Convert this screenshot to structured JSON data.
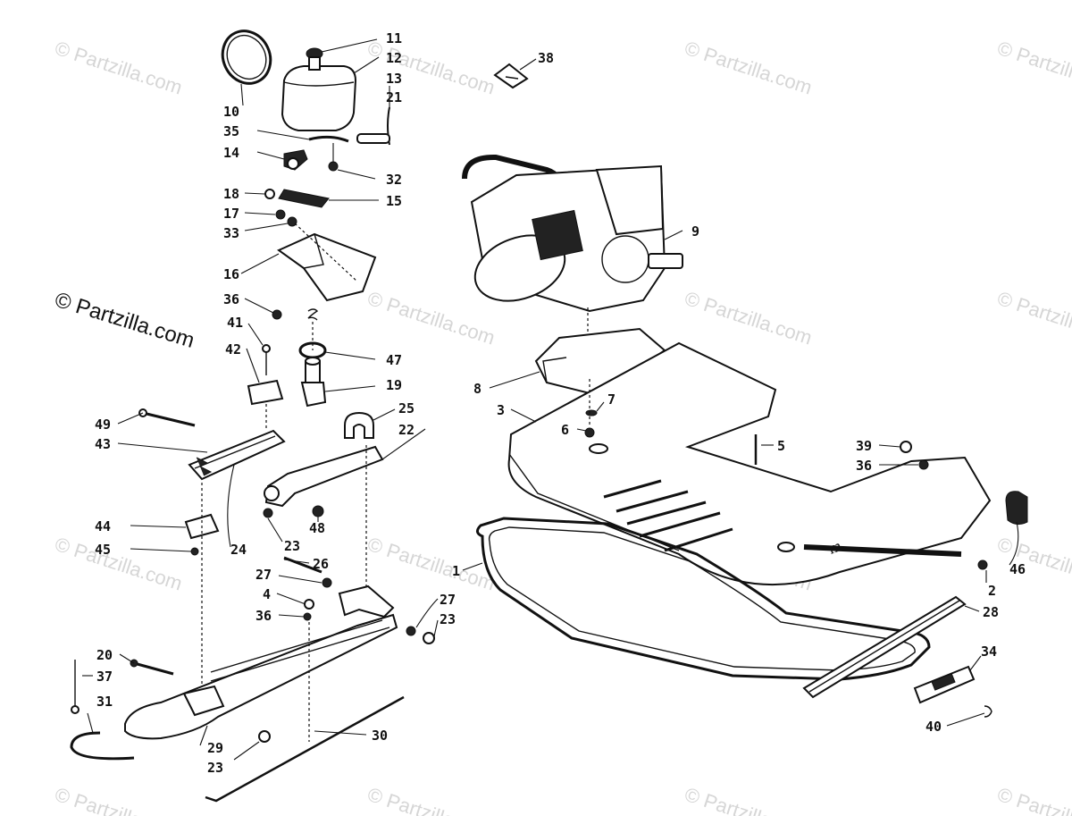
{
  "watermark": {
    "text": "© Partzilla.com",
    "main_text": "© Partzilla.com"
  },
  "callouts": [
    {
      "id": "c11",
      "label": "11"
    },
    {
      "id": "c12",
      "label": "12"
    },
    {
      "id": "c13",
      "label": "13"
    },
    {
      "id": "c21",
      "label": "21"
    },
    {
      "id": "c10",
      "label": "10"
    },
    {
      "id": "c35",
      "label": "35"
    },
    {
      "id": "c14",
      "label": "14"
    },
    {
      "id": "c32",
      "label": "32"
    },
    {
      "id": "c18",
      "label": "18"
    },
    {
      "id": "c15",
      "label": "15"
    },
    {
      "id": "c17",
      "label": "17"
    },
    {
      "id": "c33",
      "label": "33"
    },
    {
      "id": "c16",
      "label": "16"
    },
    {
      "id": "c36a",
      "label": "36"
    },
    {
      "id": "c41",
      "label": "41"
    },
    {
      "id": "c42",
      "label": "42"
    },
    {
      "id": "c47",
      "label": "47"
    },
    {
      "id": "c19",
      "label": "19"
    },
    {
      "id": "c49",
      "label": "49"
    },
    {
      "id": "c43",
      "label": "43"
    },
    {
      "id": "c25",
      "label": "25"
    },
    {
      "id": "c22",
      "label": "22"
    },
    {
      "id": "c48",
      "label": "48"
    },
    {
      "id": "c44",
      "label": "44"
    },
    {
      "id": "c24",
      "label": "24"
    },
    {
      "id": "c23a",
      "label": "23"
    },
    {
      "id": "c45",
      "label": "45"
    },
    {
      "id": "c26",
      "label": "26"
    },
    {
      "id": "c27a",
      "label": "27"
    },
    {
      "id": "c4",
      "label": "4"
    },
    {
      "id": "c27b",
      "label": "27"
    },
    {
      "id": "c36b",
      "label": "36"
    },
    {
      "id": "c23b",
      "label": "23"
    },
    {
      "id": "c20",
      "label": "20"
    },
    {
      "id": "c37",
      "label": "37"
    },
    {
      "id": "c31",
      "label": "31"
    },
    {
      "id": "c29",
      "label": "29"
    },
    {
      "id": "c30",
      "label": "30"
    },
    {
      "id": "c23c",
      "label": "23"
    },
    {
      "id": "c38",
      "label": "38"
    },
    {
      "id": "c9",
      "label": "9"
    },
    {
      "id": "c8",
      "label": "8"
    },
    {
      "id": "c7",
      "label": "7"
    },
    {
      "id": "c3",
      "label": "3"
    },
    {
      "id": "c6",
      "label": "6"
    },
    {
      "id": "c5",
      "label": "5"
    },
    {
      "id": "c39",
      "label": "39"
    },
    {
      "id": "c36c",
      "label": "36"
    },
    {
      "id": "c1",
      "label": "1"
    },
    {
      "id": "c46",
      "label": "46"
    },
    {
      "id": "c2",
      "label": "2"
    },
    {
      "id": "c28",
      "label": "28"
    },
    {
      "id": "c34",
      "label": "34"
    },
    {
      "id": "c40",
      "label": "40"
    }
  ]
}
